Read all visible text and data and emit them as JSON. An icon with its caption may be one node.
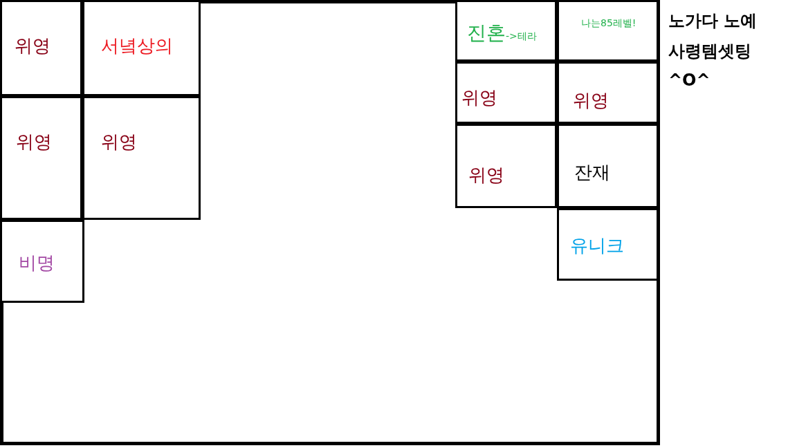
{
  "diagram": {
    "nodes": [
      {
        "text": [],
        "shape": "box"
      },
      {
        "text": [
          "위영"
        ],
        "in": 0
      },
      {
        "text": [
          "서녘상의"
        ],
        "in": 0
      },
      {
        "text": [
          "위영"
        ],
        "in": 0
      },
      {
        "text": [
          "위영"
        ],
        "in": 0
      },
      {
        "text": [
          "비명"
        ],
        "in": 0
      },
      {
        "text": [
          "진혼",
          "->테라"
        ],
        "in": 0
      },
      {
        "text": [
          "나는85레벨!"
        ],
        "in": 0
      },
      {
        "text": [
          "위영"
        ],
        "in": 0
      },
      {
        "text": [
          "위영"
        ],
        "in": 0
      },
      {
        "text": [
          "위영"
        ],
        "in": 0
      },
      {
        "text": [
          "잔재"
        ],
        "in": 0
      },
      {
        "text": [
          "유니크"
        ],
        "in": 0
      }
    ],
    "labels": [
      "노가다 노예",
      "사령템셋팅",
      "^O^"
    ]
  }
}
